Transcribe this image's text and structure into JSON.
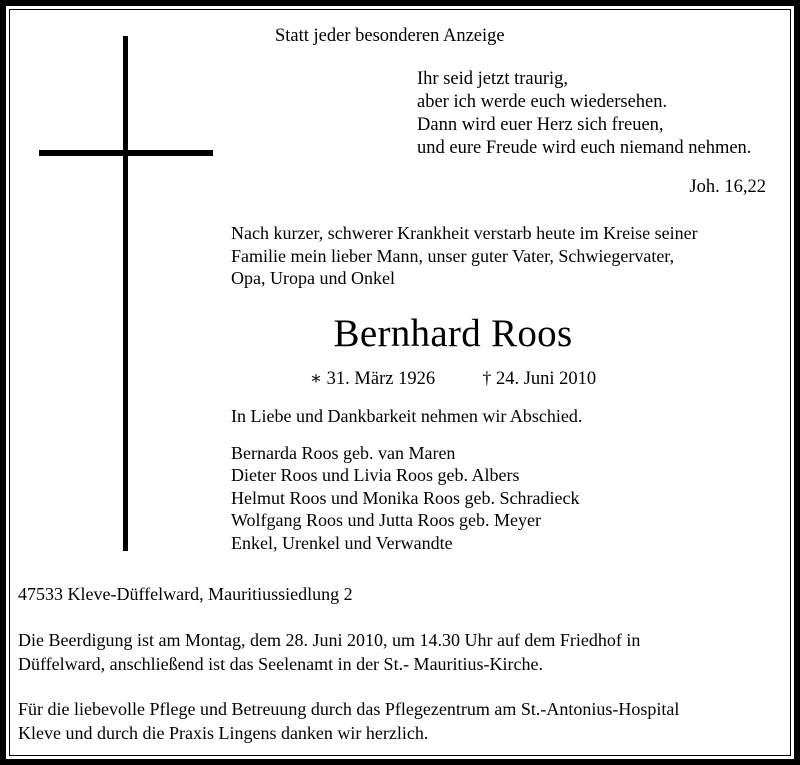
{
  "notice": {
    "headline": "Statt jeder besonderen Anzeige",
    "verse": {
      "line1": "Ihr seid jetzt traurig,",
      "line2": "aber ich werde euch wiedersehen.",
      "line3": "Dann wird euer Herz sich freuen,",
      "line4": "und eure Freude wird euch niemand nehmen.",
      "source": "Joh. 16,22"
    },
    "intro": {
      "line1": "Nach kurzer, schwerer Krankheit verstarb heute im Kreise seiner",
      "line2": "Familie mein lieber Mann, unser guter Vater, Schwiegervater,",
      "line3": "Opa, Uropa und Onkel"
    },
    "deceased_name": "Bernhard Roos",
    "dates": {
      "birth_symbol": "∗",
      "birth_date": "31. März 1926",
      "death_symbol": "†",
      "death_date": "24. Juni 2010"
    },
    "farewell": "In Liebe und Dankbarkeit nehmen wir Abschied.",
    "survivors": [
      "Bernarda Roos geb. van Maren",
      "Dieter Roos und Livia Roos geb. Albers",
      "Helmut Roos und Monika Roos geb. Schradieck",
      "Wolfgang Roos und Jutta Roos geb. Meyer",
      "Enkel, Urenkel und Verwandte"
    ],
    "address": "47533 Kleve-Düffelward, Mauritiussiedlung 2",
    "funeral": {
      "line1": "Die Beerdigung ist am Montag, dem 28. Juni 2010, um 14.30 Uhr auf dem Friedhof in",
      "line2": "Düffelward, anschließend ist das Seelenamt in der St.- Mauritius-Kirche."
    },
    "thanks": {
      "line1": "Für die liebevolle Pflege und Betreuung durch das Pflegezentrum am St.-Antonius-Hospital",
      "line2": "Kleve und durch die Praxis Lingens danken wir herzlich."
    },
    "colors": {
      "ink": "#000000",
      "paper": "#ffffff"
    }
  }
}
